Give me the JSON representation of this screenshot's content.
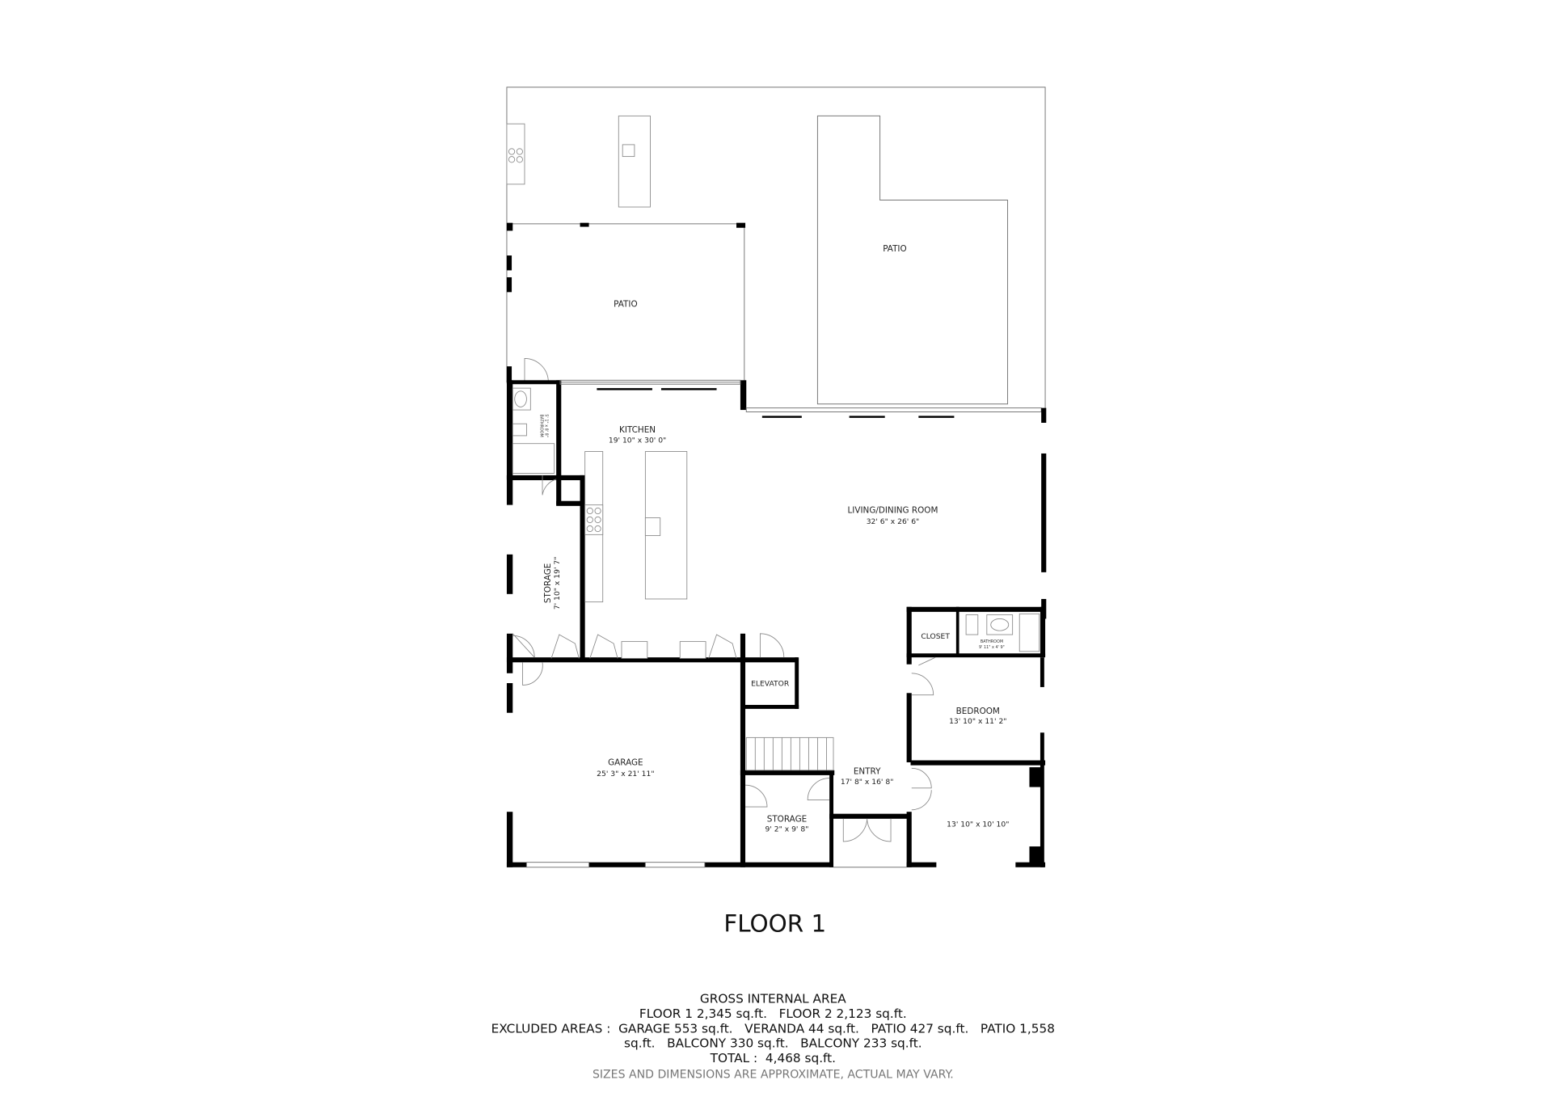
{
  "floor_title": "FLOOR 1",
  "rooms": {
    "patio_small": {
      "name": "PATIO"
    },
    "patio_large": {
      "name": "PATIO"
    },
    "kitchen": {
      "name": "KITCHEN",
      "dims": "19' 10\" x 30' 0\""
    },
    "living": {
      "name": "LIVING/DINING ROOM",
      "dims": "32' 6\" x 26' 6\""
    },
    "storage_left": {
      "name": "STORAGE",
      "dims": "7' 10\" x 19' 7\""
    },
    "bathroom_small": {
      "name": "BATHROOM",
      "dims": "5' 1\" x 8' 8\""
    },
    "closet": {
      "name": "CLOSET"
    },
    "bathroom": {
      "name": "BATHROOM",
      "dims": "9' 11\" x 4' 9\""
    },
    "bedroom": {
      "name": "BEDROOM",
      "dims": "13' 10\" x 11' 2\""
    },
    "elevator": {
      "name": "ELEVATOR"
    },
    "garage": {
      "name": "GARAGE",
      "dims": "25' 3\" x 21' 11\""
    },
    "entry": {
      "name": "ENTRY",
      "dims": "17' 8\" x 16' 8\""
    },
    "storage_small": {
      "name": "STORAGE",
      "dims": "9' 2\" x 9' 8\""
    },
    "room_unnamed": {
      "dims": "13' 10\" x 10' 10\""
    }
  },
  "area_summary": {
    "heading": "GROSS INTERNAL AREA",
    "floors_line": "FLOOR 1 2,345 sq.ft.   FLOOR 2 2,123 sq.ft.",
    "excluded_line1": "EXCLUDED AREAS :  GARAGE 553 sq.ft.   VERANDA 44 sq.ft.   PATIO 427 sq.ft.   PATIO 1,558",
    "excluded_line2": "sq.ft.   BALCONY 330 sq.ft.   BALCONY 233 sq.ft.",
    "total_line": "TOTAL :  4,468 sq.ft.",
    "disclaimer": "SIZES AND DIMENSIONS ARE APPROXIMATE, ACTUAL MAY VARY."
  }
}
